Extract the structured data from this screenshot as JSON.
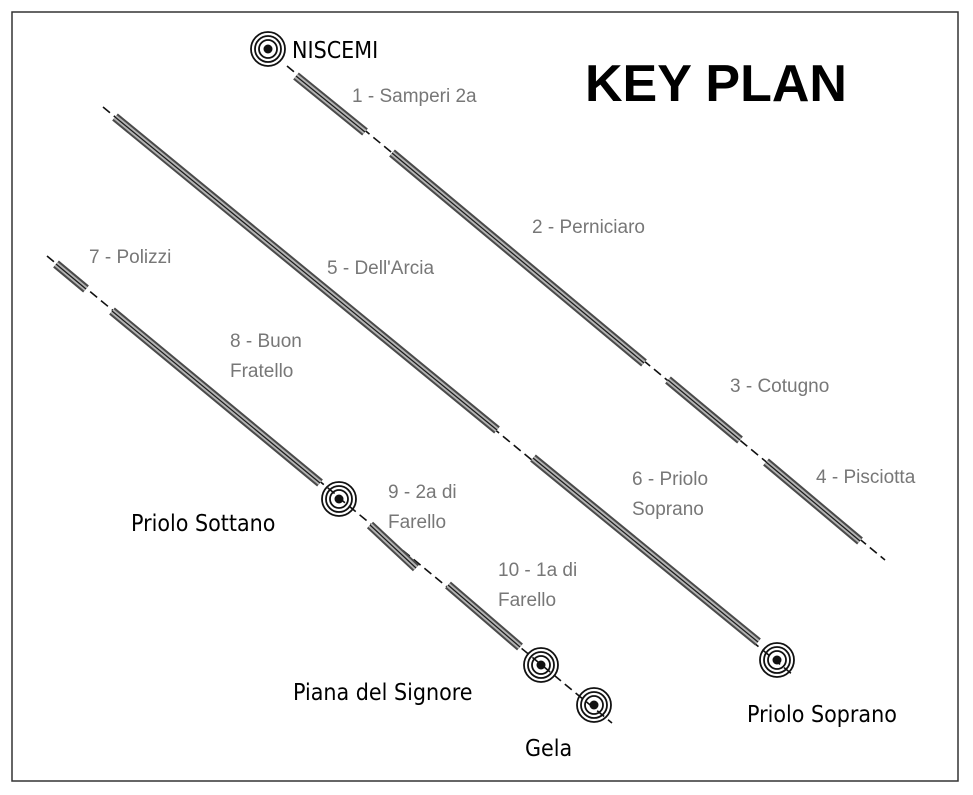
{
  "title": "KEY PLAN",
  "stations": {
    "niscemi": "NISCEMI",
    "priolo_sottano": "Priolo Sottano",
    "piana_del_signore": "Piana del Signore",
    "gela": "Gela",
    "priolo_soprano": "Priolo Soprano"
  },
  "segments": {
    "s1": "1 - Samperi 2a",
    "s2": "2 - Perniciaro",
    "s3": "3 - Cotugno",
    "s4": "4 - Pisciotta",
    "s5": "5 - Dell'Arcia",
    "s6_line1": "6 - Priolo",
    "s6_line2": "Soprano",
    "s7": "7 - Polizzi",
    "s8_line1": "8 - Buon",
    "s8_line2": "Fratello",
    "s9_line1": "9 - 2a di",
    "s9_line2": "Farello",
    "s10_line1": "10 - 1a di",
    "s10_line2": "Farello"
  }
}
